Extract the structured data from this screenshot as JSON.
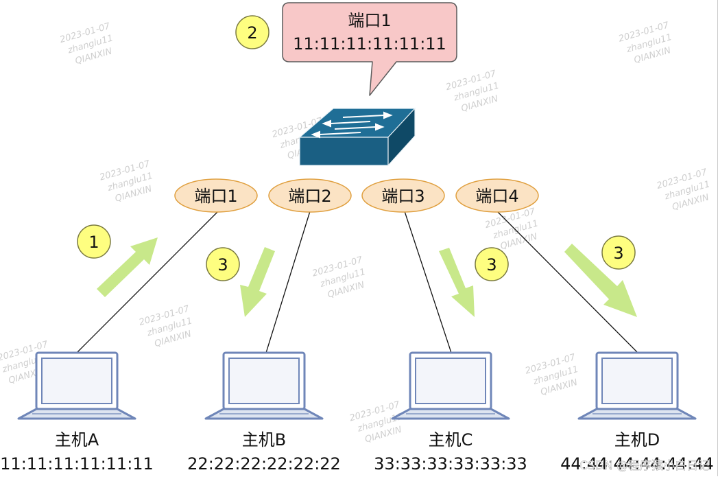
{
  "switch": {
    "icon": "network-switch-icon",
    "callout_port": "端口1",
    "callout_mac": "11:11:11:11:11:11"
  },
  "ports": [
    {
      "label": "端口1"
    },
    {
      "label": "端口2"
    },
    {
      "label": "端口3"
    },
    {
      "label": "端口4"
    }
  ],
  "hosts": [
    {
      "name": "主机A",
      "mac": "11:11:11:11:11:11",
      "icon": "laptop-icon"
    },
    {
      "name": "主机B",
      "mac": "22:22:22:22:22:22",
      "icon": "laptop-icon"
    },
    {
      "name": "主机C",
      "mac": "33:33:33:33:33:33",
      "icon": "laptop-icon"
    },
    {
      "name": "主机D",
      "mac": "44:44:44:44:44:44",
      "icon": "laptop-icon"
    }
  ],
  "steps": [
    {
      "number": "1",
      "direction": "up"
    },
    {
      "number": "2",
      "direction": "none"
    },
    {
      "number": "3",
      "direction": "down"
    },
    {
      "number": "3",
      "direction": "down"
    },
    {
      "number": "3",
      "direction": "down"
    }
  ],
  "watermark": {
    "date": "2023-01-07",
    "user": "zhanglu11",
    "org": "QIANXIN",
    "credit": "CSDN @程序猿小白日记"
  },
  "colors": {
    "switch_top": "#1f6e96",
    "switch_front": "#1a5f83",
    "switch_side": "#0f4966",
    "port_fill": "#fbe3c4",
    "port_stroke": "#e0a040",
    "callout_fill": "#f8c8c8",
    "callout_stroke": "#5a5a5a",
    "badge_fill": "#fefe80",
    "badge_stroke": "#7a7a40",
    "arrow": "#c8e88a",
    "laptop_stroke": "#6f86b8",
    "laptop_fill": "#dde4f0"
  }
}
